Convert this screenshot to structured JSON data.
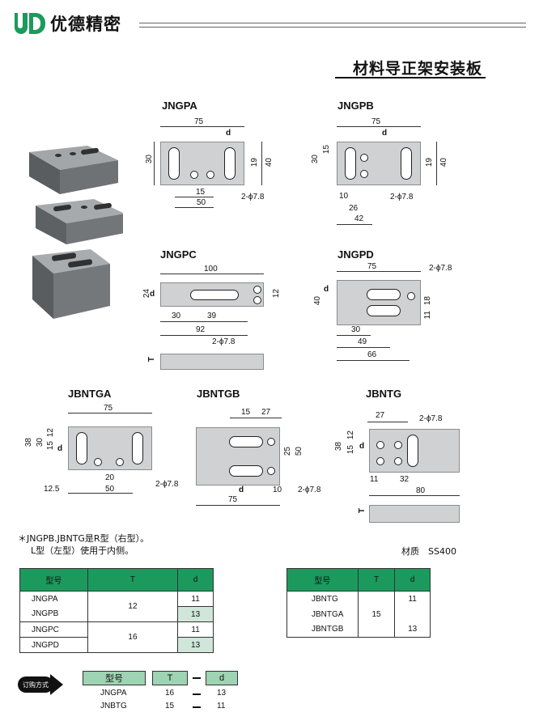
{
  "brand": {
    "name": "优德精密",
    "color": "#1c9a5e"
  },
  "doc_title": "材料导正架安装板",
  "drawings": {
    "jngpa": {
      "label": "JNGPA",
      "len": "75",
      "d": "d",
      "h": "30",
      "s1": "19",
      "s2": "40",
      "x1": "15",
      "x2": "50",
      "holes": "2-ϕ7.8"
    },
    "jngpb": {
      "label": "JNGPB",
      "len": "75",
      "d": "d",
      "h": "30",
      "s0": "15",
      "s1": "19",
      "s2": "40",
      "x1": "10",
      "x2": "26",
      "x3": "42",
      "holes": "2-ϕ7.8"
    },
    "jngpc": {
      "label": "JNGPC",
      "len": "100",
      "d": "d",
      "h": "24",
      "s1": "12",
      "x1": "30",
      "x2": "39",
      "x3": "92",
      "holes": "2-ϕ7.8",
      "t": "T"
    },
    "jngpd": {
      "label": "JNGPD",
      "len": "75",
      "d": "d",
      "h": "40",
      "s1": "18",
      "s2": "11",
      "x1": "30",
      "x2": "49",
      "x3": "66",
      "holes": "2-ϕ7.8"
    },
    "jbntga": {
      "label": "JBNTGA",
      "len": "75",
      "d": "d",
      "h": "38",
      "s0": "12",
      "s1": "15",
      "s2": "30",
      "x0": "12.5",
      "x1": "20",
      "x2": "50",
      "holes": "2-ϕ7.8"
    },
    "jbntgb": {
      "label": "JBNTGB",
      "len": "75",
      "d": "d",
      "h": "50",
      "s1": "25",
      "x0": "15",
      "x1": "27",
      "x2": "10",
      "holes": "2-ϕ7.8"
    },
    "jbntg": {
      "label": "JBNTG",
      "len": "80",
      "d": "d",
      "h": "38",
      "s0": "12",
      "s1": "15",
      "x0": "27",
      "x1": "11",
      "x2": "32",
      "holes": "2-ϕ7.8",
      "t": "T"
    }
  },
  "notes": {
    "line1": "＊JNGPB.JBNTG是R型（右型）。",
    "line2": "L型（左型）使用于内侧。",
    "material": "材质　SS400"
  },
  "table1": {
    "headers": [
      "型号",
      "T",
      "d"
    ],
    "rows": [
      {
        "model": "JNGPA",
        "t": "12",
        "d": "11"
      },
      {
        "model": "JNGPB",
        "t": "",
        "d": "13"
      },
      {
        "model": "JNGPC",
        "t": "16",
        "d": "11"
      },
      {
        "model": "JNGPD",
        "t": "",
        "d": "13"
      }
    ]
  },
  "table2": {
    "headers": [
      "型号",
      "T",
      "d"
    ],
    "rows": [
      {
        "model": "JBNTG",
        "t": "",
        "d": "11"
      },
      {
        "model": "JBNTGA",
        "t": "15",
        "d": ""
      },
      {
        "model": "JBNTGB",
        "t": "",
        "d": "13"
      }
    ]
  },
  "order": {
    "badge": "订购方式",
    "headers": [
      "型号",
      "T",
      "d"
    ],
    "rows": [
      {
        "model": "JNGPA",
        "t": "16",
        "d": "13"
      },
      {
        "model": "JNBTG",
        "t": "15",
        "d": "11"
      }
    ]
  }
}
